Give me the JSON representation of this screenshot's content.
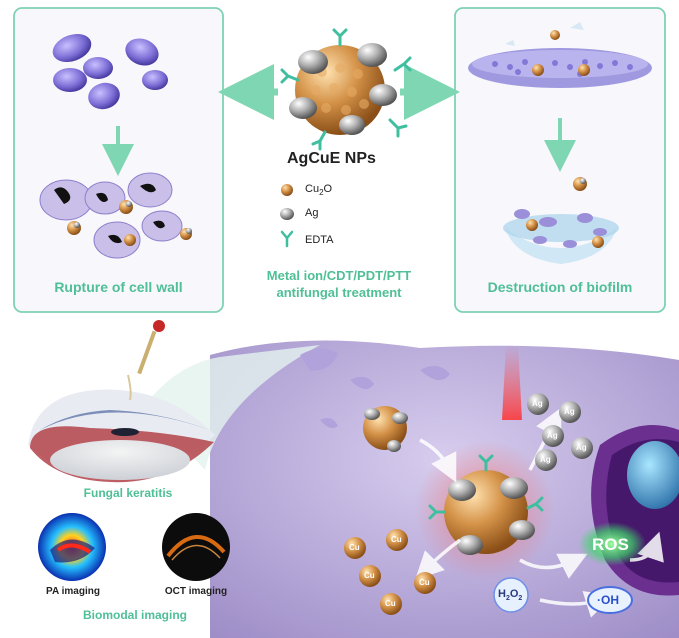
{
  "center": {
    "title": "AgCuE NPs",
    "legend": [
      {
        "label": "Cu",
        "sub": "2",
        "tail": "O",
        "icon": "cu2o-sphere-icon",
        "color": "#c98a45"
      },
      {
        "label": "Ag",
        "sub": "",
        "tail": "",
        "icon": "ag-sphere-icon",
        "color": "#9a9a9a"
      },
      {
        "label": "EDTA",
        "sub": "",
        "tail": "",
        "icon": "edta-y-icon",
        "color": "#3fbfa0"
      }
    ],
    "treatment_line1": "Metal ion/CDT/PDT/PTT",
    "treatment_line2": "antifungal treatment"
  },
  "panels": {
    "left_caption": "Rupture of cell wall",
    "right_caption": "Destruction of biofilm"
  },
  "bottom": {
    "keratitis_label": "Fungal keratitis",
    "pa_label": "PA imaging",
    "oct_label": "OCT imaging",
    "biomodal_label": "Biomodal imaging",
    "ros_label": "ROS",
    "oh_label": "·OH",
    "h2o2_label": "H",
    "h2o2_sub1": "2",
    "h2o2_mid": "O",
    "h2o2_sub2": "2",
    "ag_ion": "Ag",
    "cu_ion": "Cu"
  },
  "colors": {
    "accent_green": "#4fbf97",
    "panel_border": "#7fd1b3",
    "cell_purple": "#b8a6d8",
    "ros_green": "#3fd66a"
  }
}
